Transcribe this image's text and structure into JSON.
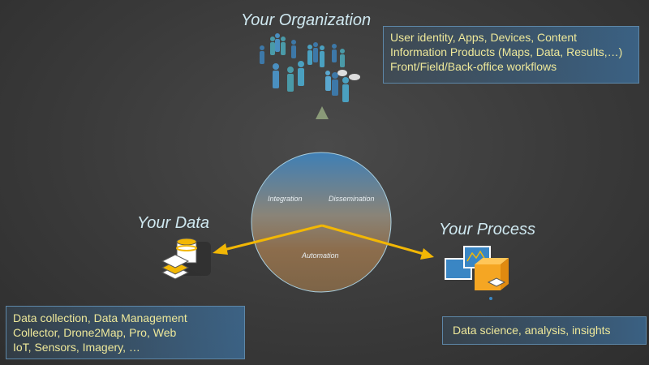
{
  "organization": {
    "title": "Your Organization",
    "lines": [
      "User identity, Apps, Devices, Content",
      "Information Products (Maps, Data, Results,…)",
      "Front/Field/Back-office workflows"
    ]
  },
  "data": {
    "title": "Your Data",
    "lines": [
      "Data collection, Data Management",
      "Collector, Drone2Map, Pro, Web",
      "IoT, Sensors, Imagery, …"
    ]
  },
  "process": {
    "title": "Your Process",
    "lines": [
      "Data science, analysis, insights"
    ]
  },
  "hub": {
    "segments": [
      "Integration",
      "Dissemination",
      "Automation"
    ]
  },
  "colors": {
    "arrow": "#f2b705",
    "text": "#eee89a",
    "title": "#cfe8f0"
  }
}
